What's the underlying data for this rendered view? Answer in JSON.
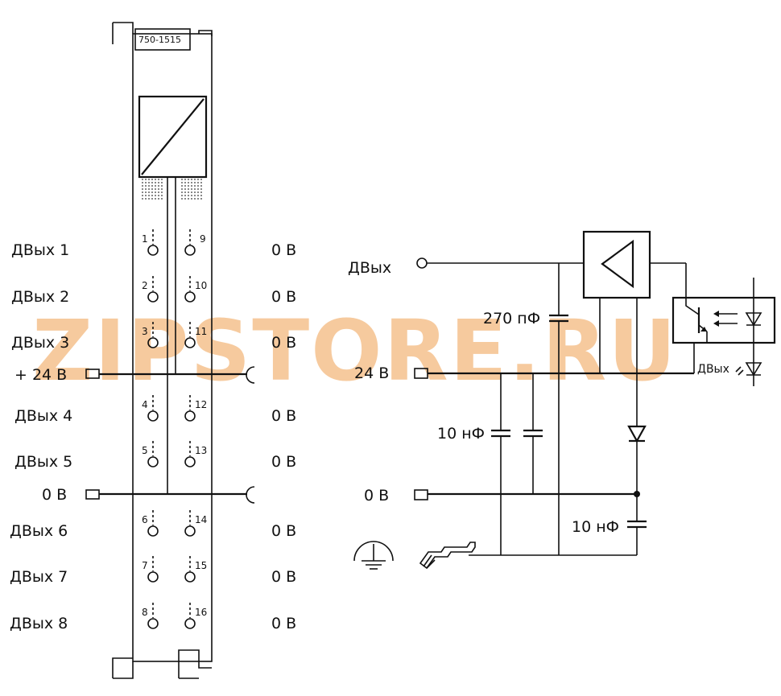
{
  "module": {
    "model": "750-1515"
  },
  "left": {
    "outputs": [
      {
        "label": "ДВых 1",
        "pin_left": "1",
        "pin_right": "9",
        "right_label": "0 В"
      },
      {
        "label": "ДВых 2",
        "pin_left": "2",
        "pin_right": "10",
        "right_label": "0 В"
      },
      {
        "label": "ДВых 3",
        "pin_left": "3",
        "pin_right": "11",
        "right_label": "0 В"
      },
      {
        "label": "ДВых 4",
        "pin_left": "4",
        "pin_right": "12",
        "right_label": "0 В"
      },
      {
        "label": "ДВых 5",
        "pin_left": "5",
        "pin_right": "13",
        "right_label": "0 В"
      },
      {
        "label": "ДВых 6",
        "pin_left": "6",
        "pin_right": "14",
        "right_label": "0 В"
      },
      {
        "label": "ДВых 7",
        "pin_left": "7",
        "pin_right": "15",
        "right_label": "0 В"
      },
      {
        "label": "ДВых 8",
        "pin_left": "8",
        "pin_right": "16",
        "right_label": "0 В"
      }
    ],
    "supply_24v": "+ 24 В",
    "supply_0v": "0 В"
  },
  "right": {
    "output_label": "ДВых",
    "supply_24v": "24 В",
    "supply_0v": "0 В",
    "cap_270": "270 пФ",
    "cap_10n_a": "10 нФ",
    "cap_10n_b": "10 нФ",
    "led_label": "ДВых"
  },
  "watermark": {
    "text": "ZIPSTORE.RU",
    "color_orange": "#f0a050",
    "color_gray": "#c8c8c8"
  }
}
